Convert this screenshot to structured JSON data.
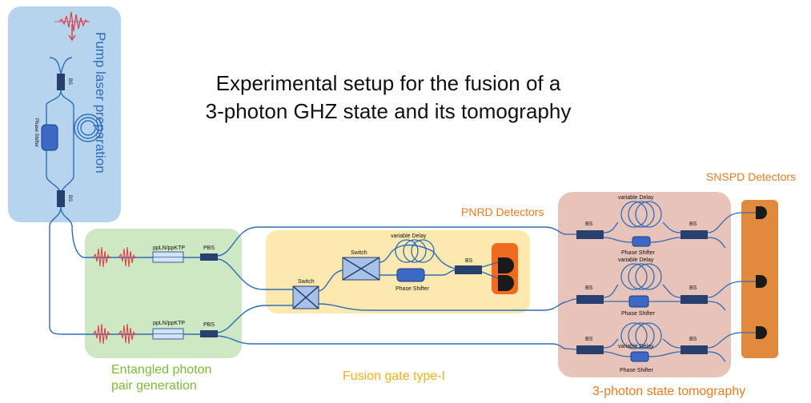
{
  "title_line1": "Experimental setup for the fusion of a",
  "title_line2": "3-photon GHZ state and its tomography",
  "regions": {
    "pump": "Pump laser preparation",
    "entangled_line1": "Entangled photon",
    "entangled_line2": "pair generation",
    "fusion": "Fusion gate type-I",
    "tomography": "3-photon state tomography",
    "pnrd": "PNRD Detectors",
    "snspd": "SNSPD Detectors"
  },
  "labels": {
    "bs": "BS",
    "pbs": "PBS",
    "phase_shifter": "Phase Shifter",
    "switch": "Switch",
    "variable_delay": "variable Delay",
    "crystal": "ppLN/ppKTP"
  },
  "colors": {
    "pump_box": "#b7d4ee",
    "entangled_box": "#cfe8c4",
    "fusion_box": "#fde8b0",
    "tomography_box": "#e7c3b9",
    "snspd_box": "#e18a3e",
    "pnrd_box": "#f06a1f",
    "component": "#27406e",
    "pulse": "#d9414b"
  }
}
